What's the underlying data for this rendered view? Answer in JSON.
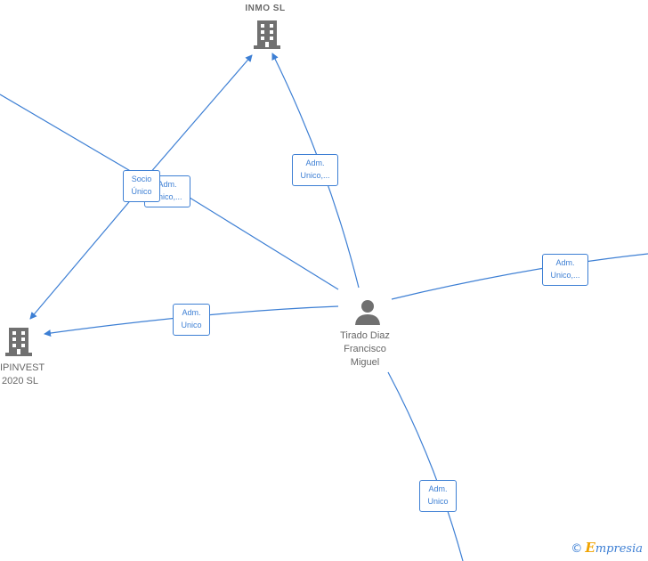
{
  "nodes": {
    "inmo": {
      "label": "INMO  SL",
      "icon": "building-icon"
    },
    "ipinvest": {
      "label_line1": "IPINVEST",
      "label_line2": "2020  SL",
      "icon": "building-icon"
    },
    "person": {
      "line1": "Tirado Diaz",
      "line2": "Francisco",
      "line3": "Miguel",
      "icon": "person-icon"
    }
  },
  "edge_labels": {
    "person_inmo": {
      "line1": "Adm.",
      "line2": "Unico,..."
    },
    "behind": {
      "line1": "Adm.",
      "line2": "Unico,..."
    },
    "socio": {
      "line1": "Socio",
      "line2": "Único"
    },
    "person_ipinvest": {
      "line1": "Adm.",
      "line2": "Unico"
    },
    "person_right": {
      "line1": "Adm.",
      "line2": "Unico,..."
    },
    "person_bottom": {
      "line1": "Adm.",
      "line2": "Unico"
    }
  },
  "brand": {
    "copyright": "©",
    "first": "E",
    "rest": "mpresia"
  },
  "colors": {
    "edge": "#3d7fd4",
    "node": "#707070",
    "text": "#666666"
  }
}
